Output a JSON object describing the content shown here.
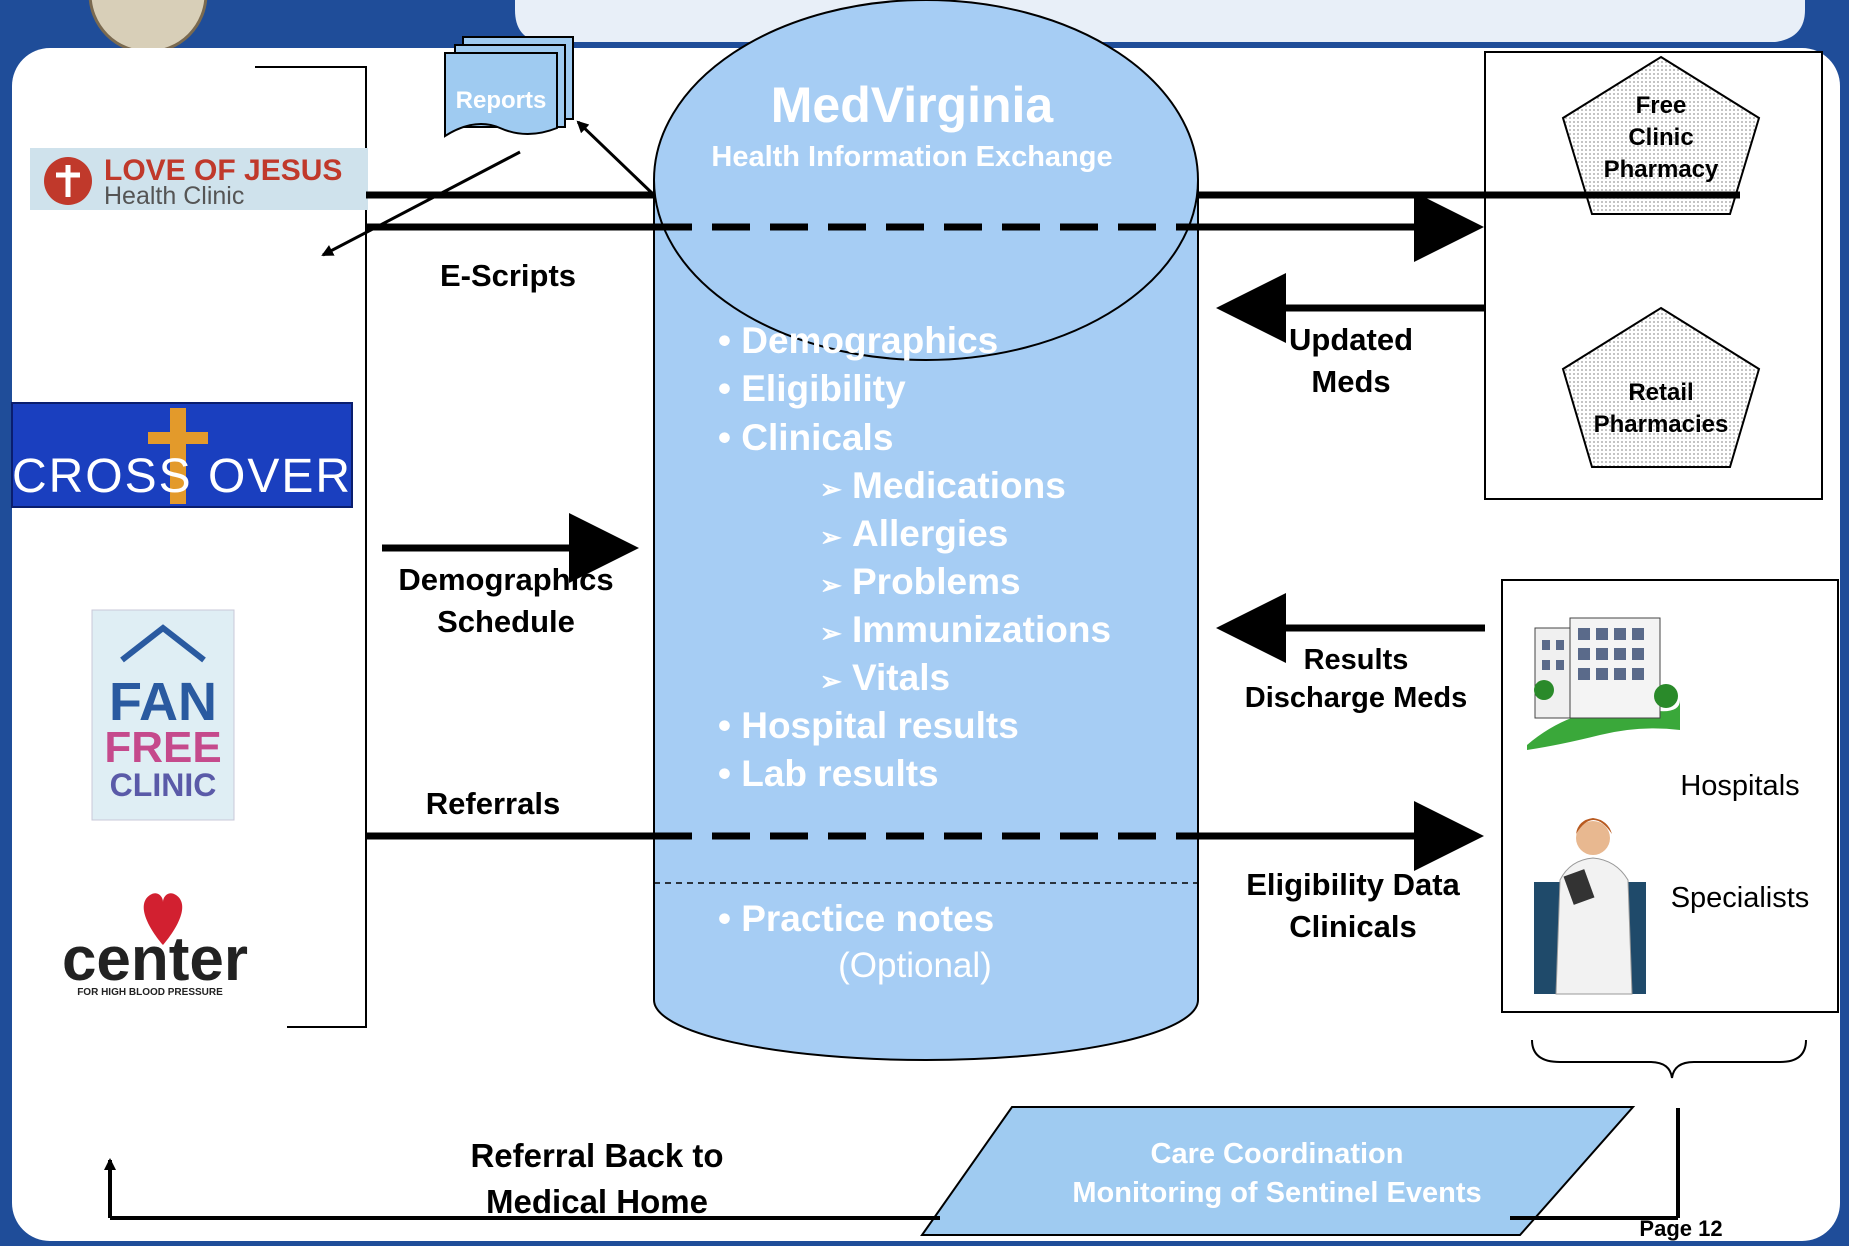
{
  "hub": {
    "title": "MedVirginia",
    "subtitle": "Health Information Exchange",
    "items": [
      "• Demographics",
      "• Eligibility",
      "• Clinicals"
    ],
    "clinicals": [
      "Medications",
      "Allergies",
      "Problems",
      "Immunizations",
      "Vitals"
    ],
    "more_items": [
      "• Hospital results",
      "• Lab results"
    ],
    "practice_notes": "• Practice notes",
    "optional": "(Optional)"
  },
  "reports": "Reports",
  "clinics": {
    "love_of_jesus_line1": "LOVE OF JESUS",
    "love_of_jesus_line2": "Health Clinic",
    "crossover": "CROSS OVER",
    "fan_free_clinic": [
      "FAN",
      "FREE",
      "CLINIC"
    ],
    "center_name": "center",
    "center_sub": "FOR HIGH BLOOD PRESSURE"
  },
  "flows": {
    "escripts": "E-Scripts",
    "demographics": "Demographics",
    "schedule": "Schedule",
    "referrals": "Referrals",
    "updated": "Updated",
    "meds": "Meds",
    "results": "Results",
    "discharge_meds": "Discharge Meds",
    "eligibility_data": "Eligibility Data",
    "clinicals": "Clinicals",
    "referral_back_1": "Referral Back to",
    "referral_back_2": "Medical Home"
  },
  "pharmacies": {
    "free_clinic": [
      "Free",
      "Clinic",
      "Pharmacy"
    ],
    "retail": [
      "Retail",
      "Pharmacies"
    ]
  },
  "providers": {
    "hospitals": "Hospitals",
    "specialists": "Specialists"
  },
  "care": {
    "line1": "Care Coordination",
    "line2": "Monitoring of Sentinel Events"
  },
  "page": "Page 12",
  "colors": {
    "frame": "#1f4d99",
    "hub": "#a6cdf4",
    "hub_text": "#ffffff",
    "care_box": "#9fcbf1"
  }
}
